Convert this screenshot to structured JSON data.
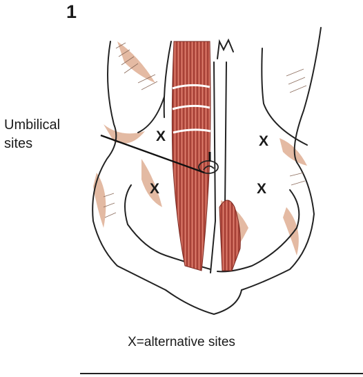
{
  "figure": {
    "number": "1",
    "callout_line1": "Umbilical",
    "callout_line2": "sites",
    "marker": "X",
    "caption": "X=alternative sites"
  },
  "colors": {
    "muscle": "#b5473c",
    "skin_shading": "#d9a58a",
    "outline": "#222222"
  }
}
